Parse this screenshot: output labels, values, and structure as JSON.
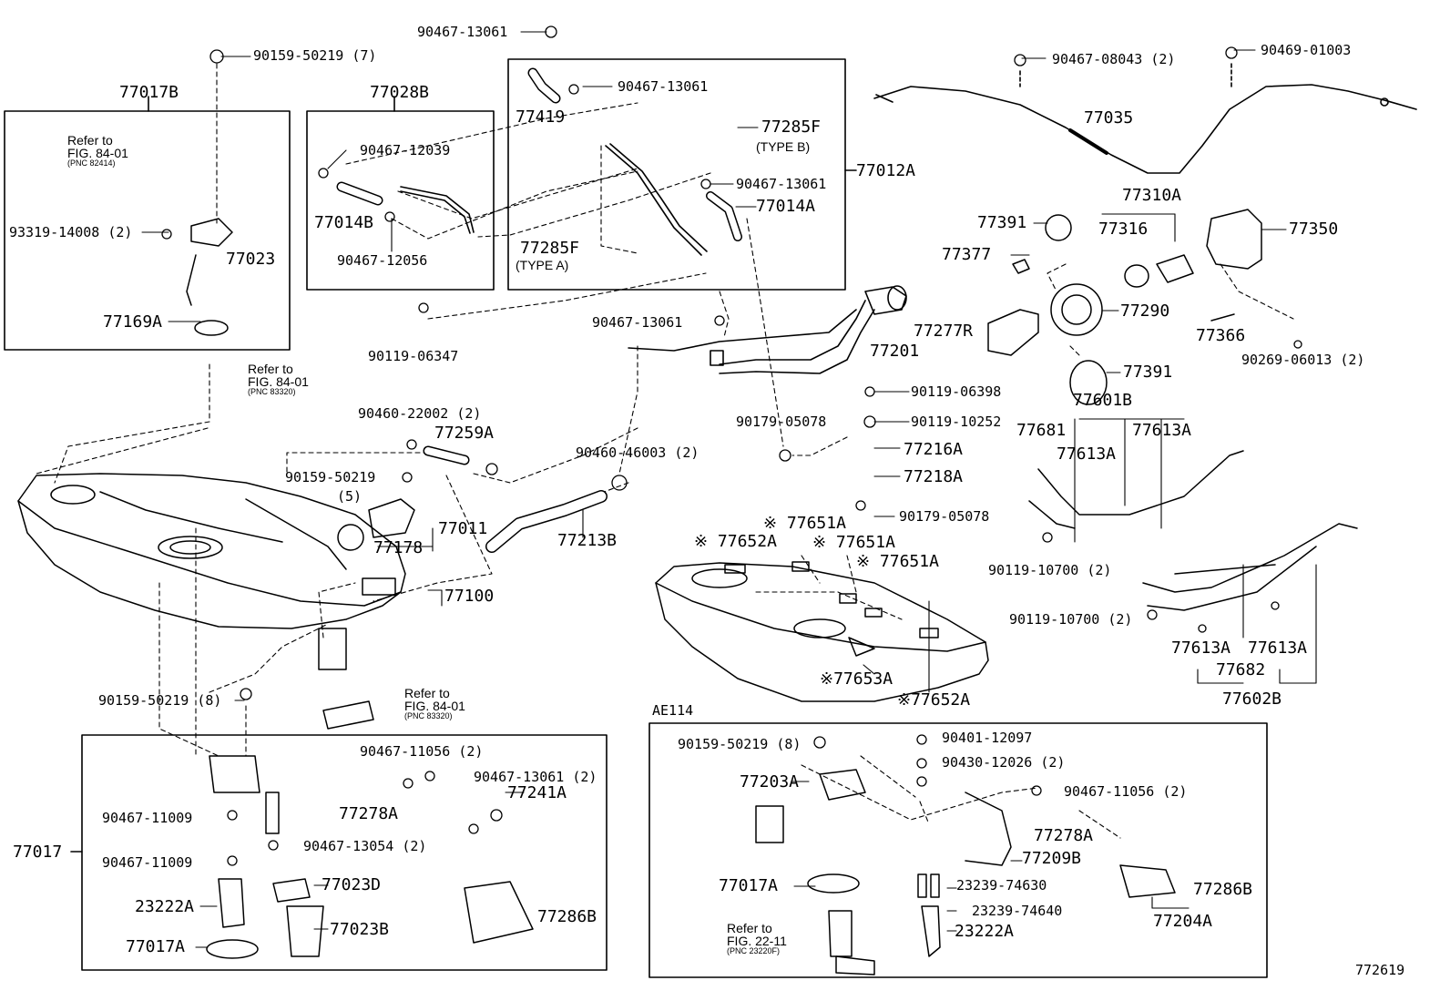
{
  "diagram": {
    "figure_number": "772619",
    "section_tag": "AE114",
    "labels": {
      "p90159_50219_7": "90159-50219 (7)",
      "p77017B": "77017B",
      "p77028B": "77028B",
      "p90467_13061_top": "90467-13061",
      "p90467_13061_a": "90467-13061",
      "p77419": "77419",
      "p77285F_b": "77285F",
      "type_b": "(TYPE B)",
      "p77012A": "77012A",
      "p90467_13061_b": "90467-13061",
      "p77014A": "77014A",
      "p77285F_a": "77285F",
      "type_a": "(TYPE A)",
      "p90467_12039": "90467-12039",
      "p77014B": "77014B",
      "p90467_12056": "90467-12056",
      "p90119_06347": "90119-06347",
      "p90467_08043": "90467-08043 (2)",
      "p90469_01003": "90469-01003",
      "p77035": "77035",
      "p77310A": "77310A",
      "p77391_a": "77391",
      "p77316": "77316",
      "p77350": "77350",
      "p77377": "77377",
      "p77290": "77290",
      "p77277R": "77277R",
      "p77366": "77366",
      "p90269_06013": "90269-06013 (2)",
      "p77391_b": "77391",
      "p77601B": "77601B",
      "p93319_14008": "93319-14008 (2)",
      "p77023": "77023",
      "p77169A": "77169A",
      "p90467_13061_c": "90467-13061",
      "p77201": "77201",
      "p90119_06398": "90119-06398",
      "p90119_10252": "90119-10252",
      "p90179_05078_a": "90179-05078",
      "p77216A": "77216A",
      "p77218A": "77218A",
      "p90179_05078_b": "90179-05078",
      "p90460_22002": "90460-22002 (2)",
      "p77259A": "77259A",
      "p90460_46003": "90460-46003 (2)",
      "p90159_50219_5": "90159-50219",
      "p5": "(5)",
      "p77011": "77011",
      "p77178": "77178",
      "p77213B": "77213B",
      "p77100": "77100",
      "p77651A_1": "※ 77651A",
      "p77652A_1": "※ 77652A",
      "p77651A_2": "※ 77651A",
      "p77651A_3": "※ 77651A",
      "p77653A": "※77653A",
      "p77652A_2": "※77652A",
      "p77681": "77681",
      "p77613A_1": "77613A",
      "p77613A_2": "77613A",
      "p90119_10700_a": "90119-10700 (2)",
      "p90119_10700_b": "90119-10700 (2)",
      "p77613A_3": "77613A",
      "p77613A_4": "77613A",
      "p77682": "77682",
      "p77602B": "77602B",
      "p90159_50219_8a": "90159-50219 (8)",
      "p77017": "77017",
      "p90467_11056_a": "90467-11056 (2)",
      "p90467_13061_d": "90467-13061 (2)",
      "p77278A_a": "77278A",
      "p77241A": "77241A",
      "p90467_11009_a": "90467-11009",
      "p90467_13054": "90467-13054 (2)",
      "p90467_11009_b": "90467-11009",
      "p77023D": "77023D",
      "p23222A_a": "23222A",
      "p77023B": "77023B",
      "p77286B_a": "77286B",
      "p77017A_a": "77017A",
      "p90159_50219_8b": "90159-50219 (8)",
      "p90401_12097": "90401-12097",
      "p90430_12026": "90430-12026 (2)",
      "p77203A": "77203A",
      "p90467_11056_b": "90467-11056 (2)",
      "p77278A_b": "77278A",
      "p77209B": "77209B",
      "p77017A_b": "77017A",
      "p23239_74630": "23239-74630",
      "p23239_74640": "23239-74640",
      "p77286B_b": "77286B",
      "p23222A_b": "23222A",
      "p77204A": "77204A"
    },
    "refs": [
      {
        "title": "Refer to",
        "fig": "FIG. 84-01",
        "pnc": "(PNC 82414)"
      },
      {
        "title": "Refer to",
        "fig": "FIG. 84-01",
        "pnc": "(PNC 83320)"
      },
      {
        "title": "Refer to",
        "fig": "FIG. 84-01",
        "pnc": "(PNC 83320)"
      },
      {
        "title": "Refer to",
        "fig": "FIG. 22-11",
        "pnc": "(PNC 23220F)"
      }
    ]
  }
}
